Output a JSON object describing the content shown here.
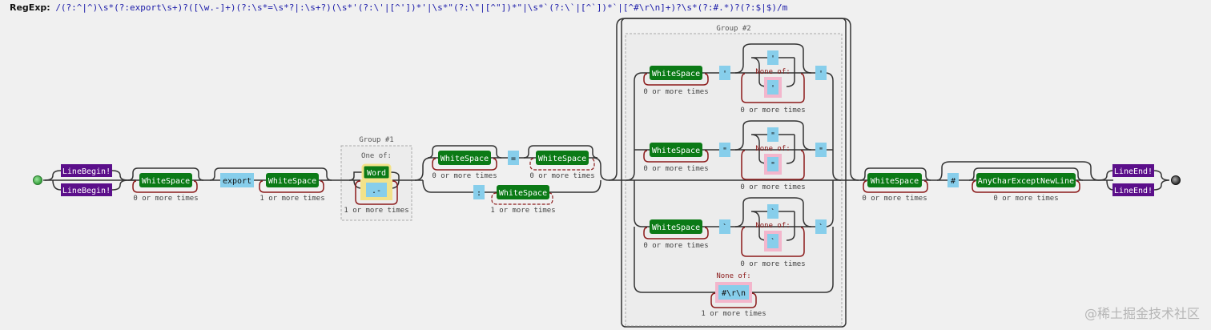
{
  "header": {
    "label": "RegExp:",
    "regex": "/(?:^|^)\\s*(?:export\\s+)?([\\w.-]+)(?:\\s*=\\s*?|:\\s+?)(\\s*'(?:\\'|[^'])*'|\\s*\"(?:\\\"|[^\"])*\"|\\s*`(?:\\`|[^`])*`|[^#\\r\\n]+)?\\s*(?:#.*)?(?:$|$)/m"
  },
  "nodes": {
    "linebegin_1": "LineBegin!",
    "linebegin_2": "LineBegin!",
    "ws_1": "WhiteSpace",
    "export": "export",
    "ws_2": "WhiteSpace",
    "word": "Word",
    "dotdash": ".-",
    "ws_eq_pre": "WhiteSpace",
    "equals": "=",
    "ws_eq_post": "WhiteSpace",
    "colon": ":",
    "ws_colon": "WhiteSpace",
    "ws_sq": "WhiteSpace",
    "sq_open": "'",
    "sq_esc": "'",
    "sq_none": "'",
    "sq_close": "'",
    "ws_dq": "WhiteSpace",
    "dq_open": "\"",
    "dq_esc": "\"",
    "dq_none": "\"",
    "dq_close": "\"",
    "ws_bt": "WhiteSpace",
    "bt_open": "`",
    "bt_esc": "`",
    "bt_none": "`",
    "bt_close": "`",
    "unquoted_none": "#\\r\\n",
    "ws_after": "WhiteSpace",
    "hash": "#",
    "anychar": "AnyCharExceptNewLine",
    "lineend_1": "LineEnd!",
    "lineend_2": "LineEnd!"
  },
  "labels": {
    "group1": "Group #1",
    "group2": "Group #2",
    "one_of": "One of:",
    "none_of_sq": "None of:",
    "none_of_dq": "None of:",
    "none_of_bt": "None of:",
    "none_of_unquoted": "None of:"
  },
  "repeat": {
    "ws_1": "0 or more times",
    "ws_2": "1 or more times",
    "group1": "1 or more times",
    "ws_eq_pre": "0 or more times",
    "ws_eq_post": "0 or more times",
    "ws_colon": "1 or more times",
    "ws_sq": "0 or more times",
    "sq_inner": "0 or more times",
    "ws_dq": "0 or more times",
    "dq_inner": "0 or more times",
    "ws_bt": "0 or more times",
    "bt_inner": "0 or more times",
    "unquoted": "1 or more times",
    "ws_after": "0 or more times",
    "anychar": "0 or more times"
  },
  "colors": {
    "background": "#f0f0f0",
    "anchor": "#5b0f8a",
    "charclass": "#0b7a16",
    "literal": "#87ceeb",
    "charset_border": "#f3b6cc",
    "word_border": "#f2e28a",
    "loop": "#8b1a1a",
    "line": "#333333",
    "start": "#4caf50",
    "end": "#555555"
  },
  "watermark": "@稀土掘金技术社区"
}
